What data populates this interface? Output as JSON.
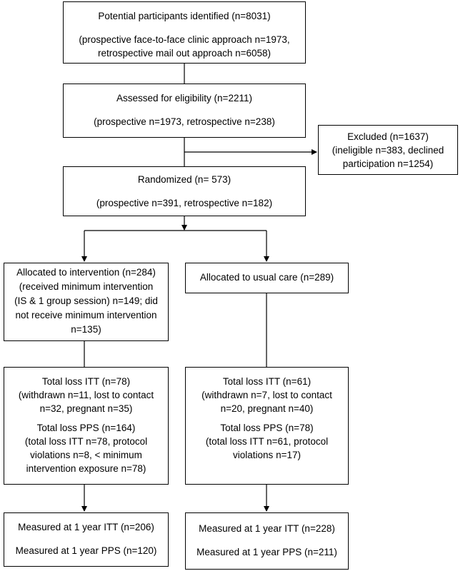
{
  "identified": {
    "line1": "Potential participants identified (n=8031)",
    "line2": "(prospective face-to-face clinic approach n=1973,",
    "line3": "retrospective mail out approach n=6058)"
  },
  "assessed": {
    "line1": "Assessed for eligibility (n=2211)",
    "line2": "(prospective n=1973, retrospective n=238)"
  },
  "excluded": {
    "line1": "Excluded (n=1637)",
    "line2": "(ineligible n=383, declined",
    "line3": "participation n=1254)"
  },
  "randomized": {
    "line1": "Randomized (n= 573)",
    "line2": "(prospective n=391, retrospective n=182)"
  },
  "intervention": {
    "line1": "Allocated to intervention (n=284)",
    "line2": "(received minimum intervention",
    "line3": "(IS & 1 group session) n=149; did",
    "line4": "not receive minimum intervention",
    "line5": "n=135)"
  },
  "usual_care": {
    "line1": "Allocated to usual care (n=289)"
  },
  "loss_left": {
    "itt1": "Total loss ITT (n=78)",
    "itt2": "(withdrawn n=11, lost to contact",
    "itt3": "n=32, pregnant n=35)",
    "pps1": "Total loss PPS (n=164)",
    "pps2": "(total loss ITT n=78, protocol",
    "pps3": "violations n=8, < minimum",
    "pps4": "intervention exposure n=78)"
  },
  "loss_right": {
    "itt1": "Total loss ITT (n=61)",
    "itt2": "(withdrawn n=7, lost to contact",
    "itt3": "n=20, pregnant n=40)",
    "pps1": "Total loss PPS (n=78)",
    "pps2": "(total loss ITT n=61, protocol",
    "pps3": "violations n=17)"
  },
  "measured_left": {
    "itt": "Measured at 1 year ITT (n=206)",
    "pps": "Measured at 1 year PPS (n=120)"
  },
  "measured_right": {
    "itt": "Measured at 1 year ITT (n=228)",
    "pps": "Measured at 1 year PPS (n=211)"
  }
}
